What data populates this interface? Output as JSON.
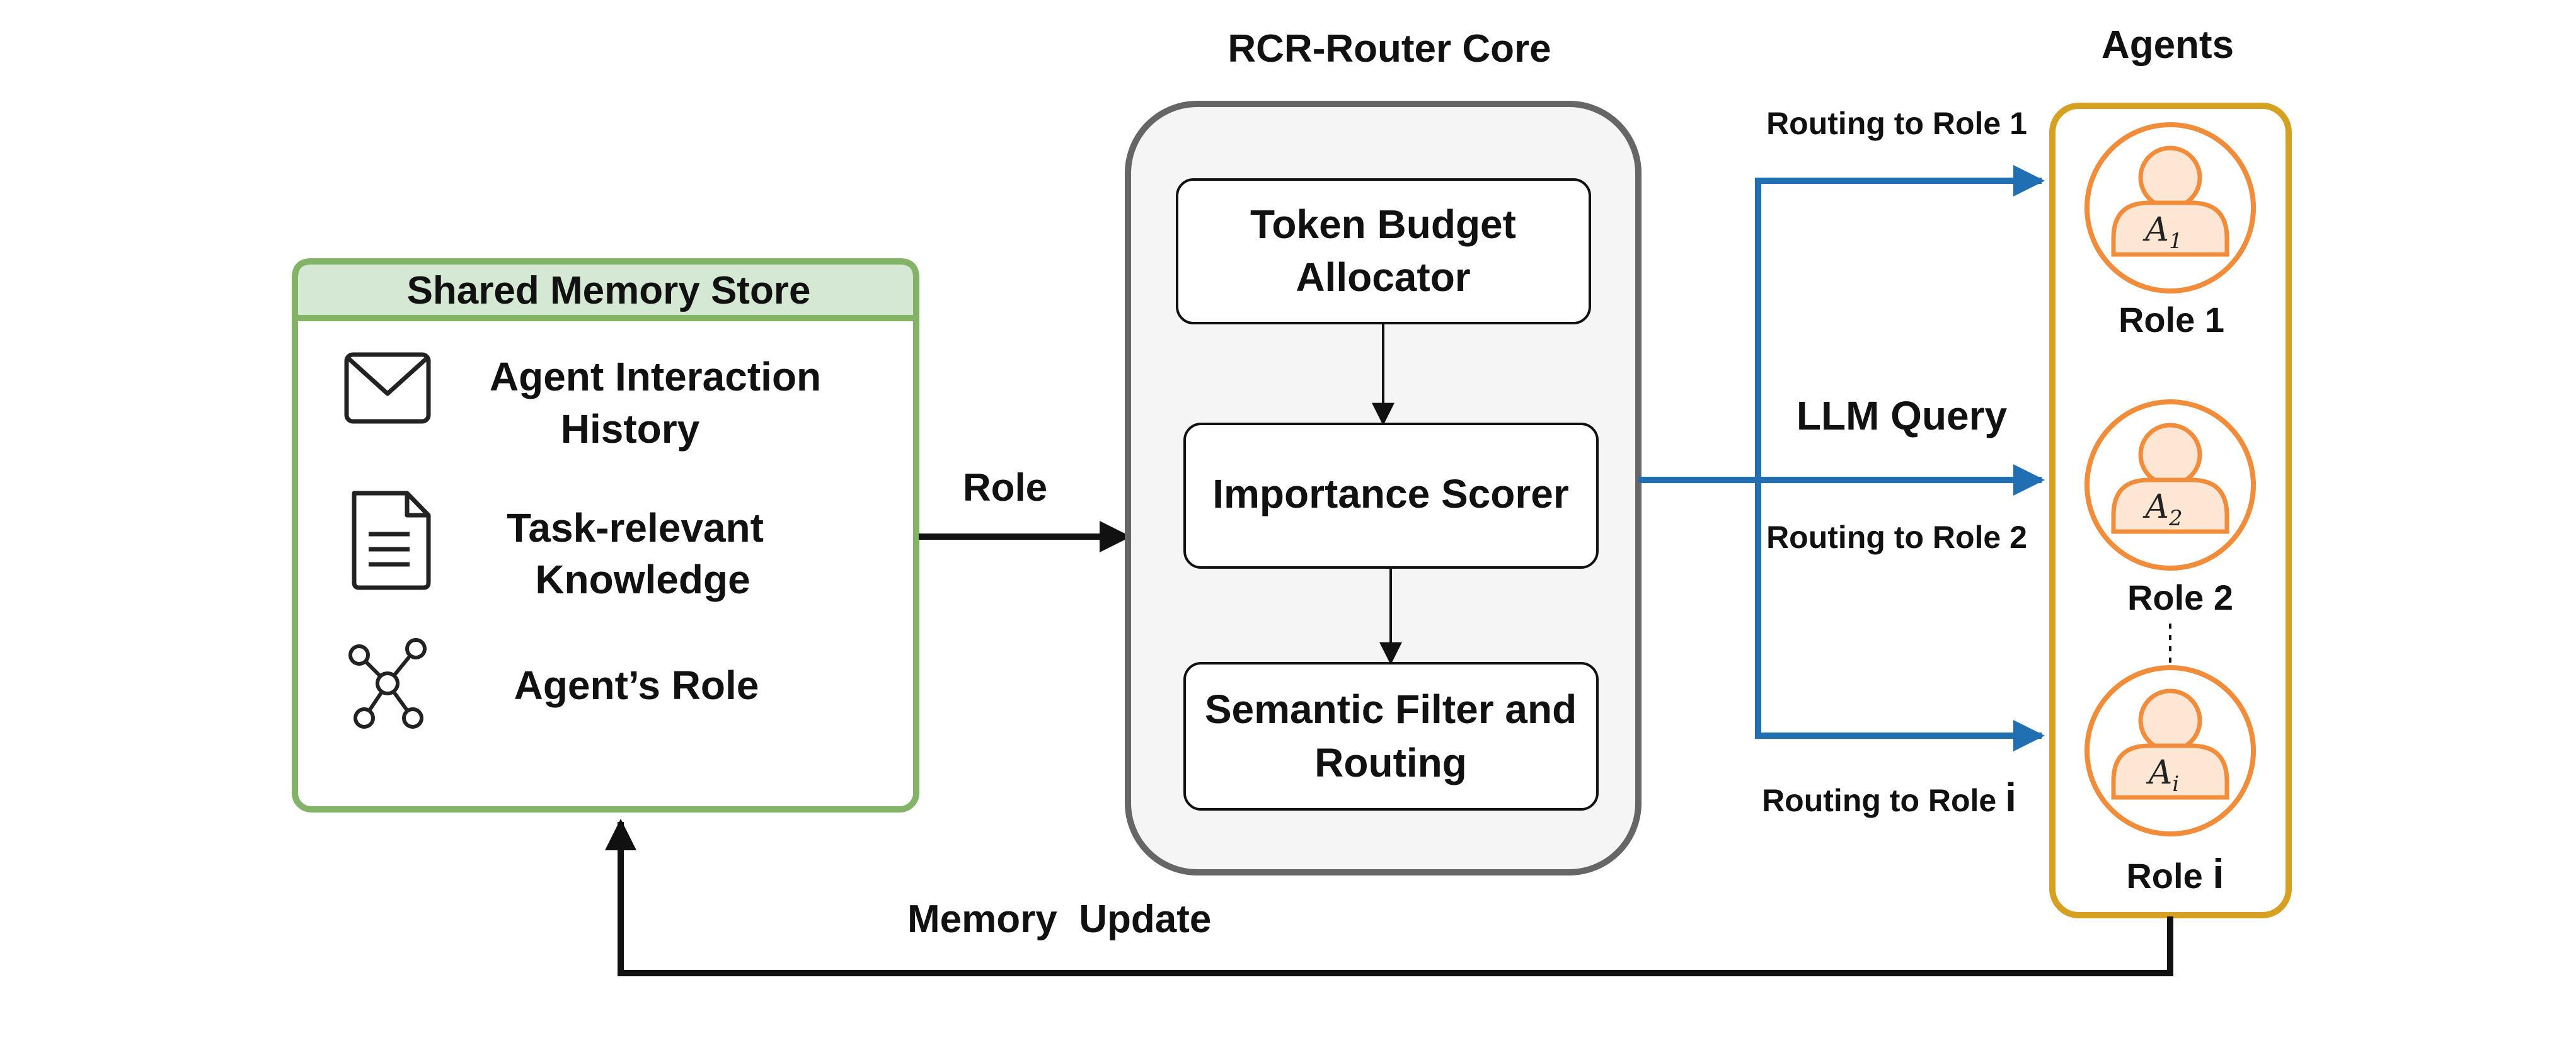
{
  "memory_store": {
    "title": "Shared Memory Store",
    "items": [
      {
        "icon": "envelope-icon",
        "line1": "Agent Interaction",
        "line2": "History"
      },
      {
        "icon": "document-icon",
        "line1": "Task-relevant",
        "line2": "Knowledge"
      },
      {
        "icon": "network-icon",
        "line1": "Agent’s Role",
        "line2": ""
      }
    ]
  },
  "edges": {
    "role": "Role",
    "memory_update": "Memory  Update",
    "llm_query": "LLM Query",
    "routing_1": "Routing to Role 1",
    "routing_2": "Routing to Role 2",
    "routing_i_prefix": "Routing to Role ",
    "routing_i_suffix": "i"
  },
  "core": {
    "title": "RCR-Router Core",
    "token_budget_line1": "Token Budget",
    "token_budget_line2": "Allocator",
    "importance": "Importance Scorer",
    "semantic_line1": "Semantic Filter and",
    "semantic_line2": "Routing"
  },
  "agents": {
    "title": "Agents",
    "list": [
      {
        "symbol": "A",
        "sub": "1",
        "role": "Role 1",
        "role_suffix": ""
      },
      {
        "symbol": "A",
        "sub": "2",
        "role": "Role 2",
        "role_suffix": ""
      },
      {
        "symbol": "A",
        "sub": "i",
        "role": "Role ",
        "role_suffix": "i"
      }
    ]
  },
  "colors": {
    "memory_border": "#82b366",
    "memory_header": "#d5e8d4",
    "core_border": "#666666",
    "core_fill": "#f5f5f5",
    "agents_border": "#d6a020",
    "agent_orange": "#f08c3a",
    "agent_fill": "#fde7d4",
    "route_blue": "#1f6fb2",
    "arrow_black": "#111111"
  }
}
